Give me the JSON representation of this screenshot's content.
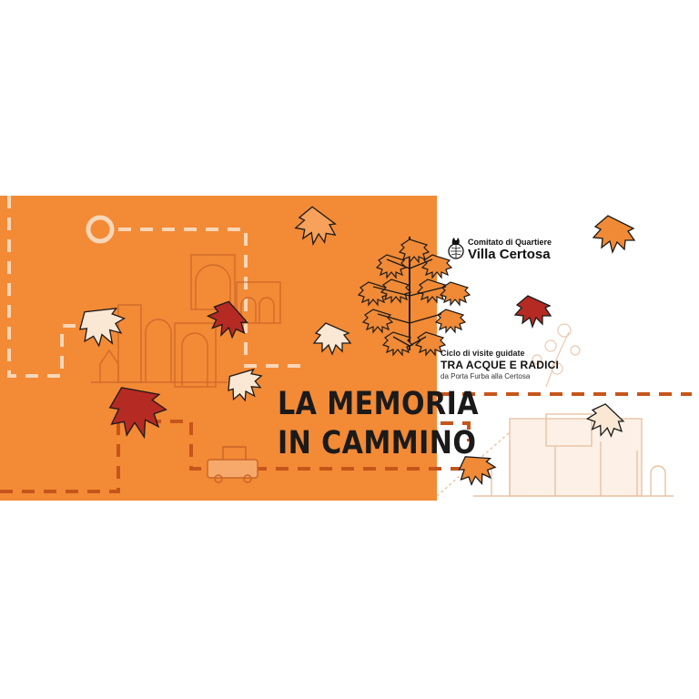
{
  "title": {
    "line1": "LA MEMORIA",
    "line2": "IN CAMMINO"
  },
  "logo": {
    "line1": "Comitato di Quartiere",
    "line2": "Villa Certosa"
  },
  "subtitle": {
    "line1": "Ciclo di visite guidate",
    "line2": "TRA ACQUE E RADICI",
    "line3": "da Porta Furba alla Certosa"
  },
  "colors": {
    "orange": "#f38a35",
    "dark_red": "#b52a23",
    "path_dashed_light": "#f6dcc4",
    "path_dashed_dark": "#d96a1e"
  }
}
